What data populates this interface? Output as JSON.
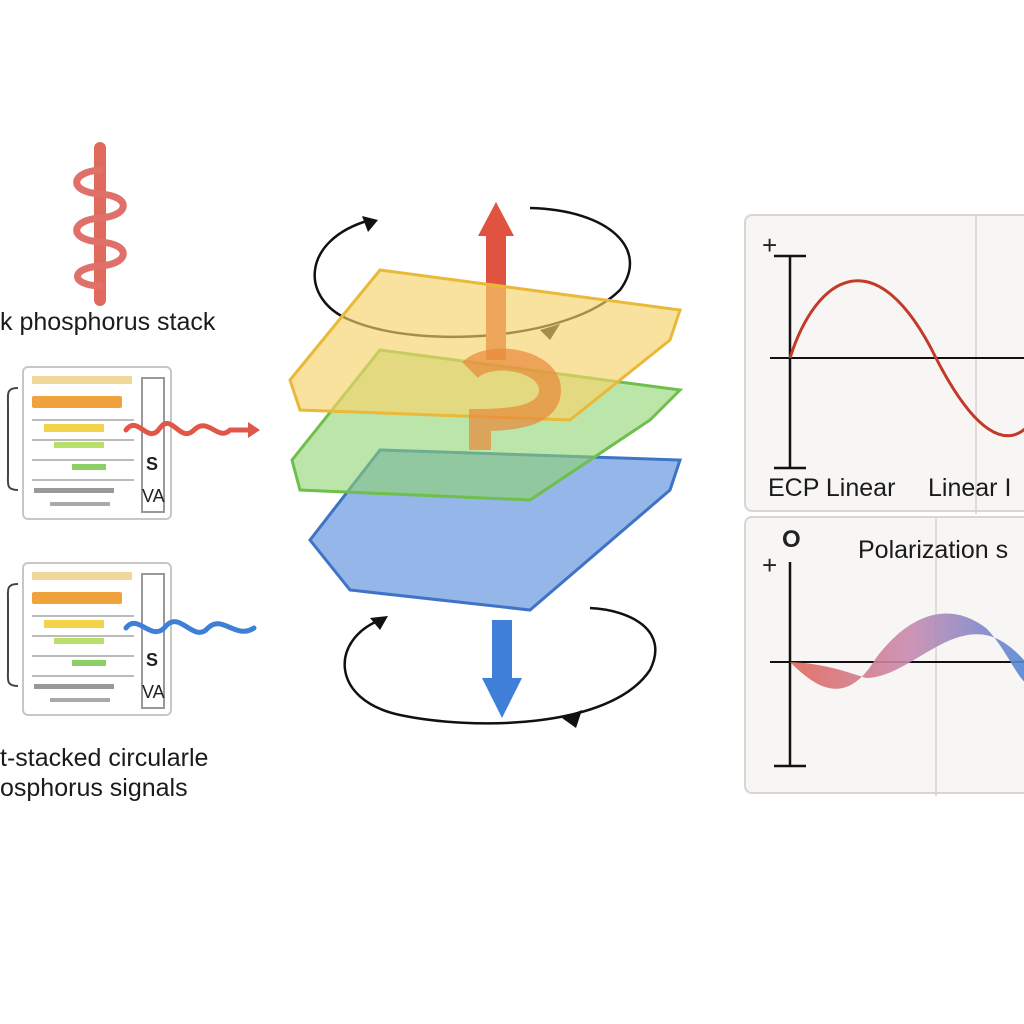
{
  "colors": {
    "red": "#e0533f",
    "blue": "#3f7fd8",
    "yellow": "#f2c64a",
    "green": "#7fcc5c",
    "panel_bg": "#f8f6f4"
  },
  "left": {
    "stack_caption": "k phosphorus stack",
    "bottom_caption_line1": "t-stacked circularle",
    "bottom_caption_line2": "osphorus signals",
    "card_top": {
      "side_glyphs_1": "S",
      "side_glyphs_2": "VA"
    },
    "card_bottom": {
      "side_glyphs_1": "S",
      "side_glyphs_2": "VA"
    }
  },
  "right": {
    "top_panel": {
      "axis_plus": "+",
      "label_left": "ECP Linear",
      "label_right": "Linear I"
    },
    "bottom_panel": {
      "axis_plus": "+",
      "axis_zero": "O",
      "title": "Polarization s"
    }
  }
}
